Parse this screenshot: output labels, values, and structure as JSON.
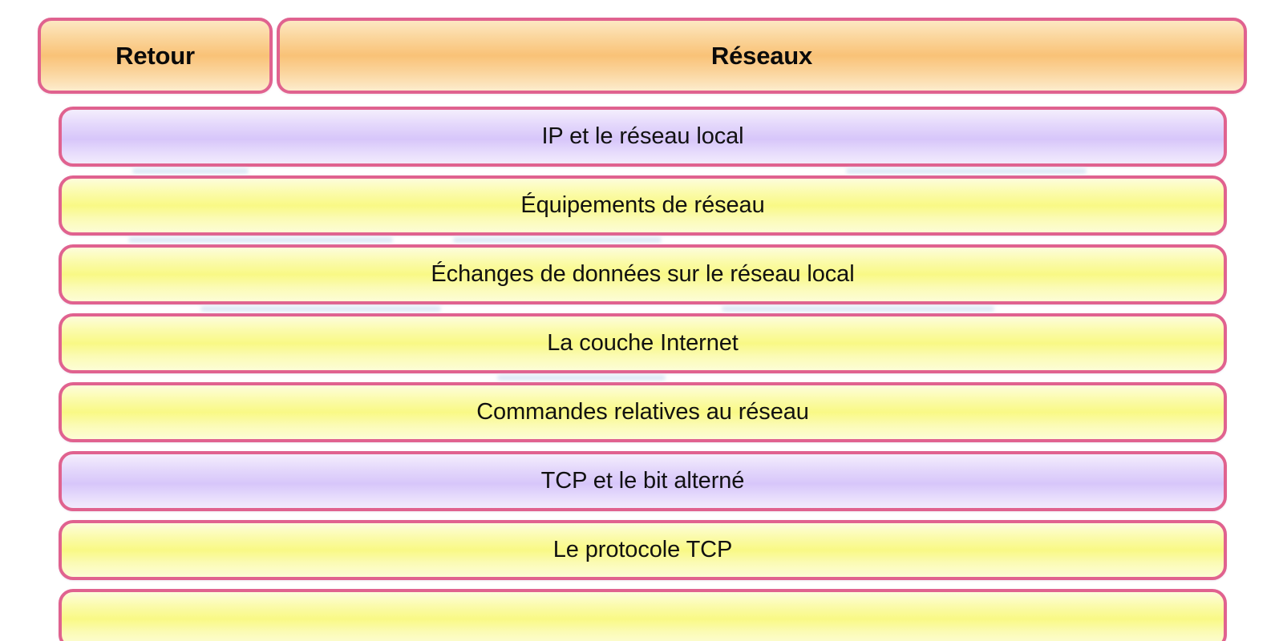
{
  "header": {
    "back_label": "Retour",
    "title": "Réseaux"
  },
  "colors": {
    "border": "#e0628f",
    "header_accent": "#f9c277",
    "row_yellow": "#f9f985",
    "row_purple": "#d7c6fa",
    "text": "#111111",
    "background": "#ffffff"
  },
  "list": {
    "items": [
      {
        "label": "IP et le réseau local",
        "variant": "purple"
      },
      {
        "label": "Équipements de réseau",
        "variant": "yellow"
      },
      {
        "label": "Échanges de données sur le réseau local",
        "variant": "yellow"
      },
      {
        "label": "La couche Internet",
        "variant": "yellow"
      },
      {
        "label": "Commandes relatives au réseau",
        "variant": "yellow"
      },
      {
        "label": "TCP et le bit alterné",
        "variant": "purple"
      },
      {
        "label": "Le protocole TCP",
        "variant": "yellow"
      },
      {
        "label": "",
        "variant": "yellow"
      }
    ]
  }
}
